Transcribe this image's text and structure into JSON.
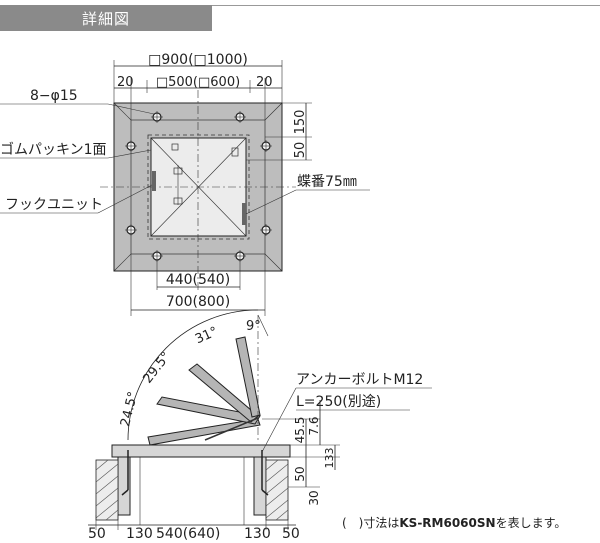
{
  "header": {
    "title": "詳細図"
  },
  "plan": {
    "dim_outer": "□900(□1000)",
    "dim_inner": "□500(□600)",
    "dim_left_20": "20",
    "dim_right_20": "20",
    "dim_150": "150",
    "dim_50": "50",
    "dim_bottom_inner": "440(540)",
    "dim_bottom_outer": "700(800)",
    "label_holes": "8−φ15",
    "label_gasket": "ゴムパッキン1面",
    "label_hook": "フックユニット",
    "label_hinge": "蝶番75㎜"
  },
  "section": {
    "angle_31": "31°",
    "angle_9": "9°",
    "angle_29_5": "29.5°",
    "angle_24_5": "24.5°",
    "anchor_label": "アンカーボルトM12",
    "anchor_length": "L=250(別途)",
    "dim_45_5": "45.5",
    "dim_7_6": "7.6",
    "dim_133": "133",
    "dim_50": "50",
    "dim_30": "30",
    "bottom_dims": [
      "50",
      "130",
      "540(640)",
      "130",
      "50"
    ]
  },
  "note": {
    "prefix": "(　)寸法は",
    "model": "KS-RM6060SN",
    "suffix": "を表します。"
  }
}
